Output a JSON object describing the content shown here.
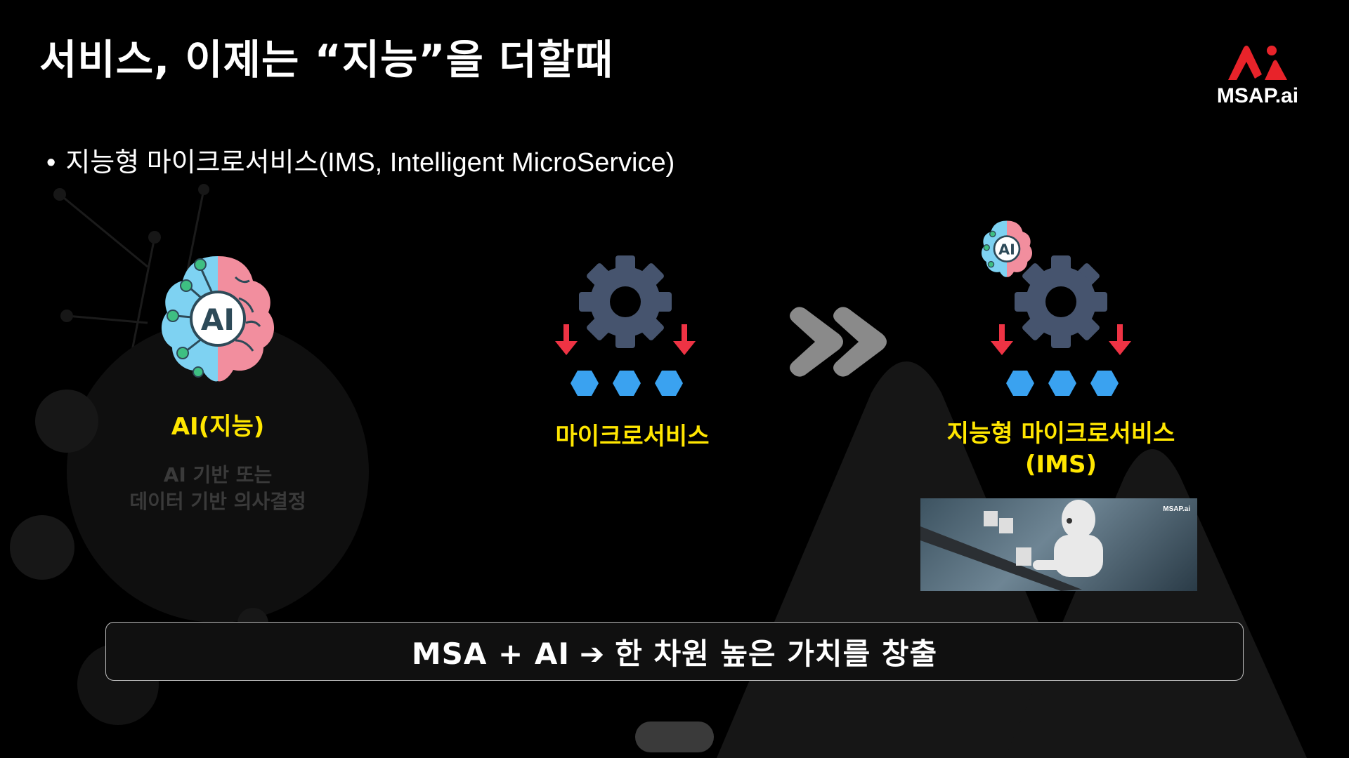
{
  "slide": {
    "title": "서비스, 이제는 “지능”을 더할때",
    "logo_text": "MSAP.ai",
    "bullet": "지능형 마이크로서비스(IMS, Intelligent MicroService)"
  },
  "items": [
    {
      "icon": "ai-brain-icon",
      "label": "AI(지능)",
      "sublabel_line1": "AI 기반 또는",
      "sublabel_line2": "데이터 기반 의사결정"
    },
    {
      "icon": "gear-microservice-icon",
      "label": "마이크로서비스"
    },
    {
      "icon": "ims-icon",
      "label_line1": "지능형 마이크로서비스",
      "label_line2": "(IMS)"
    }
  ],
  "brain_text": "AI",
  "robot_image_badge": "MSAP.ai",
  "formula": {
    "left": "MSA + AI",
    "arrow": "➔",
    "right": "한 차원 높은 가치를 창출"
  },
  "colors": {
    "accent_yellow": "#ffe600",
    "logo_red": "#e8232a",
    "gear": "#46546e",
    "hex_blue": "#3aa2f0",
    "arrow_red": "#ee3344"
  }
}
